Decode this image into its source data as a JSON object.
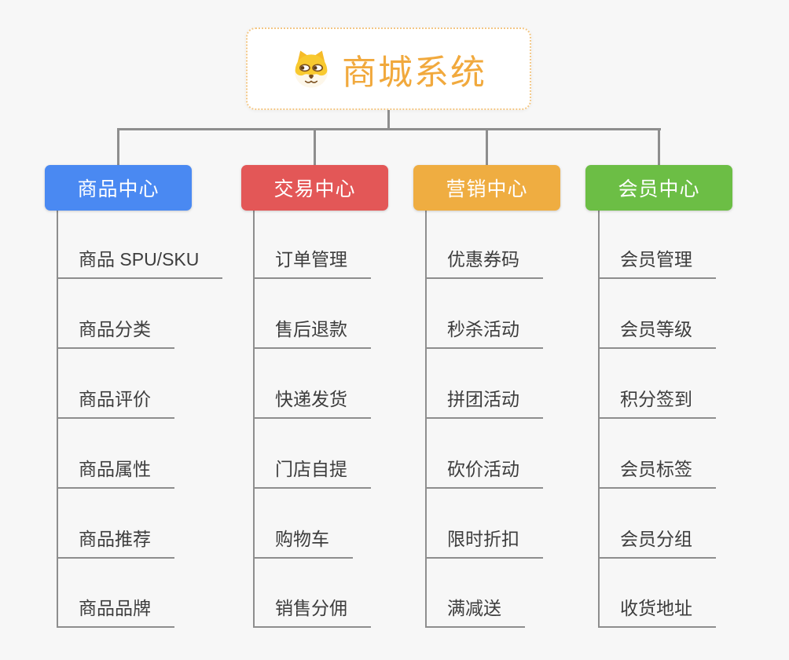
{
  "app": {
    "type": "mindmap",
    "background_color": "#f7f7f7",
    "connector_color": "#8e8e8e"
  },
  "root": {
    "title": "商城系统",
    "icon": "shiba-dog-face-icon",
    "text_color": "#f1a93d",
    "border_color": "#f3c786",
    "background_color": "#ffffff"
  },
  "branches": [
    {
      "label": "商品中心",
      "color": "#4a89f2",
      "items": [
        "商品 SPU/SKU",
        "商品分类",
        "商品评价",
        "商品属性",
        "商品推荐",
        "商品品牌"
      ]
    },
    {
      "label": "交易中心",
      "color": "#e35757",
      "items": [
        "订单管理",
        "售后退款",
        "快递发货",
        "门店自提",
        "购物车",
        "销售分佣"
      ]
    },
    {
      "label": "营销中心",
      "color": "#efad41",
      "items": [
        "优惠券码",
        "秒杀活动",
        "拼团活动",
        "砍价活动",
        "限时折扣",
        "满减送"
      ]
    },
    {
      "label": "会员中心",
      "color": "#6cbe45",
      "items": [
        "会员管理",
        "会员等级",
        "积分签到",
        "会员标签",
        "会员分组",
        "收货地址"
      ]
    }
  ]
}
